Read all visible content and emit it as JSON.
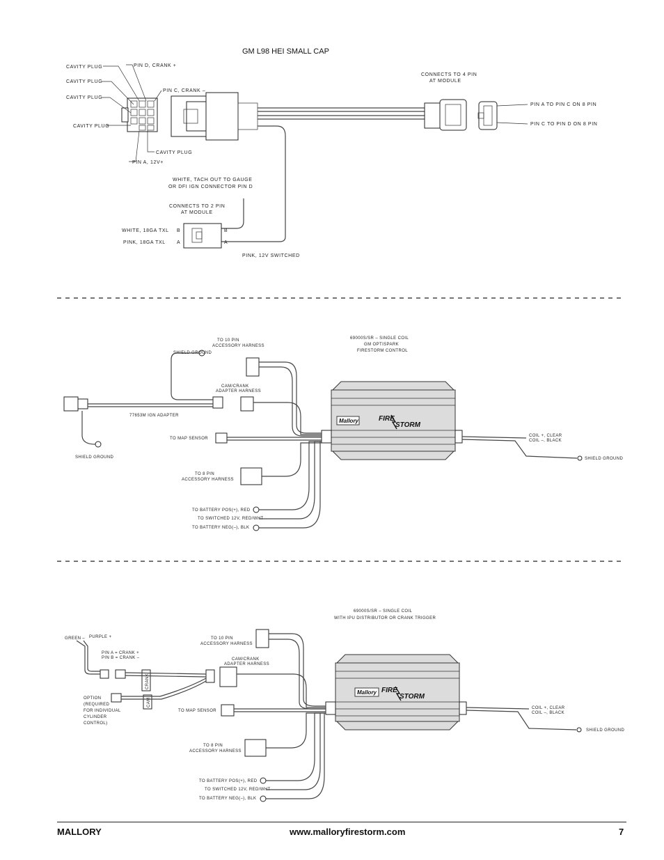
{
  "diagram1": {
    "title": "GM L98 HEI SMALL CAP",
    "labels": {
      "cavity1": "CAVITY PLUG",
      "cavity2": "CAVITY PLUG",
      "cavity3": "CAVITY PLUG",
      "cavity4": "CAVITY PLUG",
      "cavity5": "CAVITY PLUG",
      "pin_d": "PIN D, CRANK +",
      "pin_c": "PIN C, CRANK –",
      "pin_a": "PIN A, 12V+",
      "connects4_l1": "CONNECTS TO 4 PIN",
      "connects4_l2": "AT MODULE",
      "pinA_to_C": "PIN A TO PIN C ON 8 PIN",
      "pinC_to_D": "PIN C TO PIN D ON 8 PIN",
      "tach_l1": "WHITE, TACH OUT TO GAUGE",
      "tach_l2": "OR DFI IGN CONNECTOR PIN D",
      "connects2_l1": "CONNECTS TO 2 PIN",
      "connects2_l2": "AT MODULE",
      "white18": "WHITE, 18GA TXL",
      "pink18": "PINK, 18GA TXL",
      "pink12": "PINK, 12V SWITCHED",
      "pinB": "B",
      "pinA": "A"
    }
  },
  "diagram2": {
    "labels": {
      "model_l1": "69000S/SR – SINGLE COIL",
      "model_l2": "GM OPTISPARK",
      "model_l3": "FIRESTORM CONTROL",
      "ten_pin_l1": "TO 10 PIN",
      "ten_pin_l2": "ACCESSORY HARNESS",
      "shield_top": "SHIELD GROUND",
      "camcrank_l1": "CAM/CRANK",
      "camcrank_l2": "ADAPTER HARNESS",
      "adapter": "77653M IGN ADAPTER",
      "map": "TO MAP SENSOR",
      "shield_bottom": "SHIELD GROUND",
      "eight_pin_l1": "TO 8 PIN",
      "eight_pin_l2": "ACCESSORY HARNESS",
      "bat_pos": "TO BATTERY POS(+), RED",
      "switched": "TO SWITCHED 12V, RED/WHT",
      "bat_neg": "TO BATTERY NEG(–), BLK",
      "coil_pos": "COIL +, CLEAR",
      "coil_neg": "COIL –, BLACK",
      "shield_right": "SHIELD GROUND"
    }
  },
  "diagram3": {
    "labels": {
      "model_l1": "69000S/SR – SINGLE COIL",
      "model_l2": "WITH IPU DISTRIBUTOR OR CRANK TRIGGER",
      "green": "GREEN –",
      "purple": "PURPLE +",
      "pinA": "PIN A = CRANK +",
      "pinB": "PIN B = CRANK –",
      "ten_pin_l1": "TO 10 PIN",
      "ten_pin_l2": "ACCESSORY HARNESS",
      "camcrank_l1": "CAM/CRANK",
      "camcrank_l2": "ADAPTER HARNESS",
      "crank_tag": "CRANK",
      "cam_tag": "CAM",
      "option_l1": "OPTION",
      "option_l2": "(REQUIRED",
      "option_l3": "FOR INDIVIDUAL",
      "option_l4": "CYLINDER",
      "option_l5": "CONTROL)",
      "map": "TO MAP SENSOR",
      "eight_pin_l1": "TO 8 PIN",
      "eight_pin_l2": "ACCESSORY HARNESS",
      "bat_pos": "TO BATTERY POS(+), RED",
      "switched": "TO SWITCHED 12V, RED/WHT",
      "bat_neg": "TO BATTERY NEG(–), BLK",
      "coil_pos": "COIL +, CLEAR",
      "coil_neg": "COIL –, BLACK",
      "shield_right": "SHIELD GROUND"
    }
  },
  "module": {
    "brand": "Mallory",
    "fire": "FIRE",
    "storm": "STORM"
  },
  "footer": {
    "brand": "MALLORY",
    "url": "www.malloryfirestorm.com",
    "page": "7"
  }
}
